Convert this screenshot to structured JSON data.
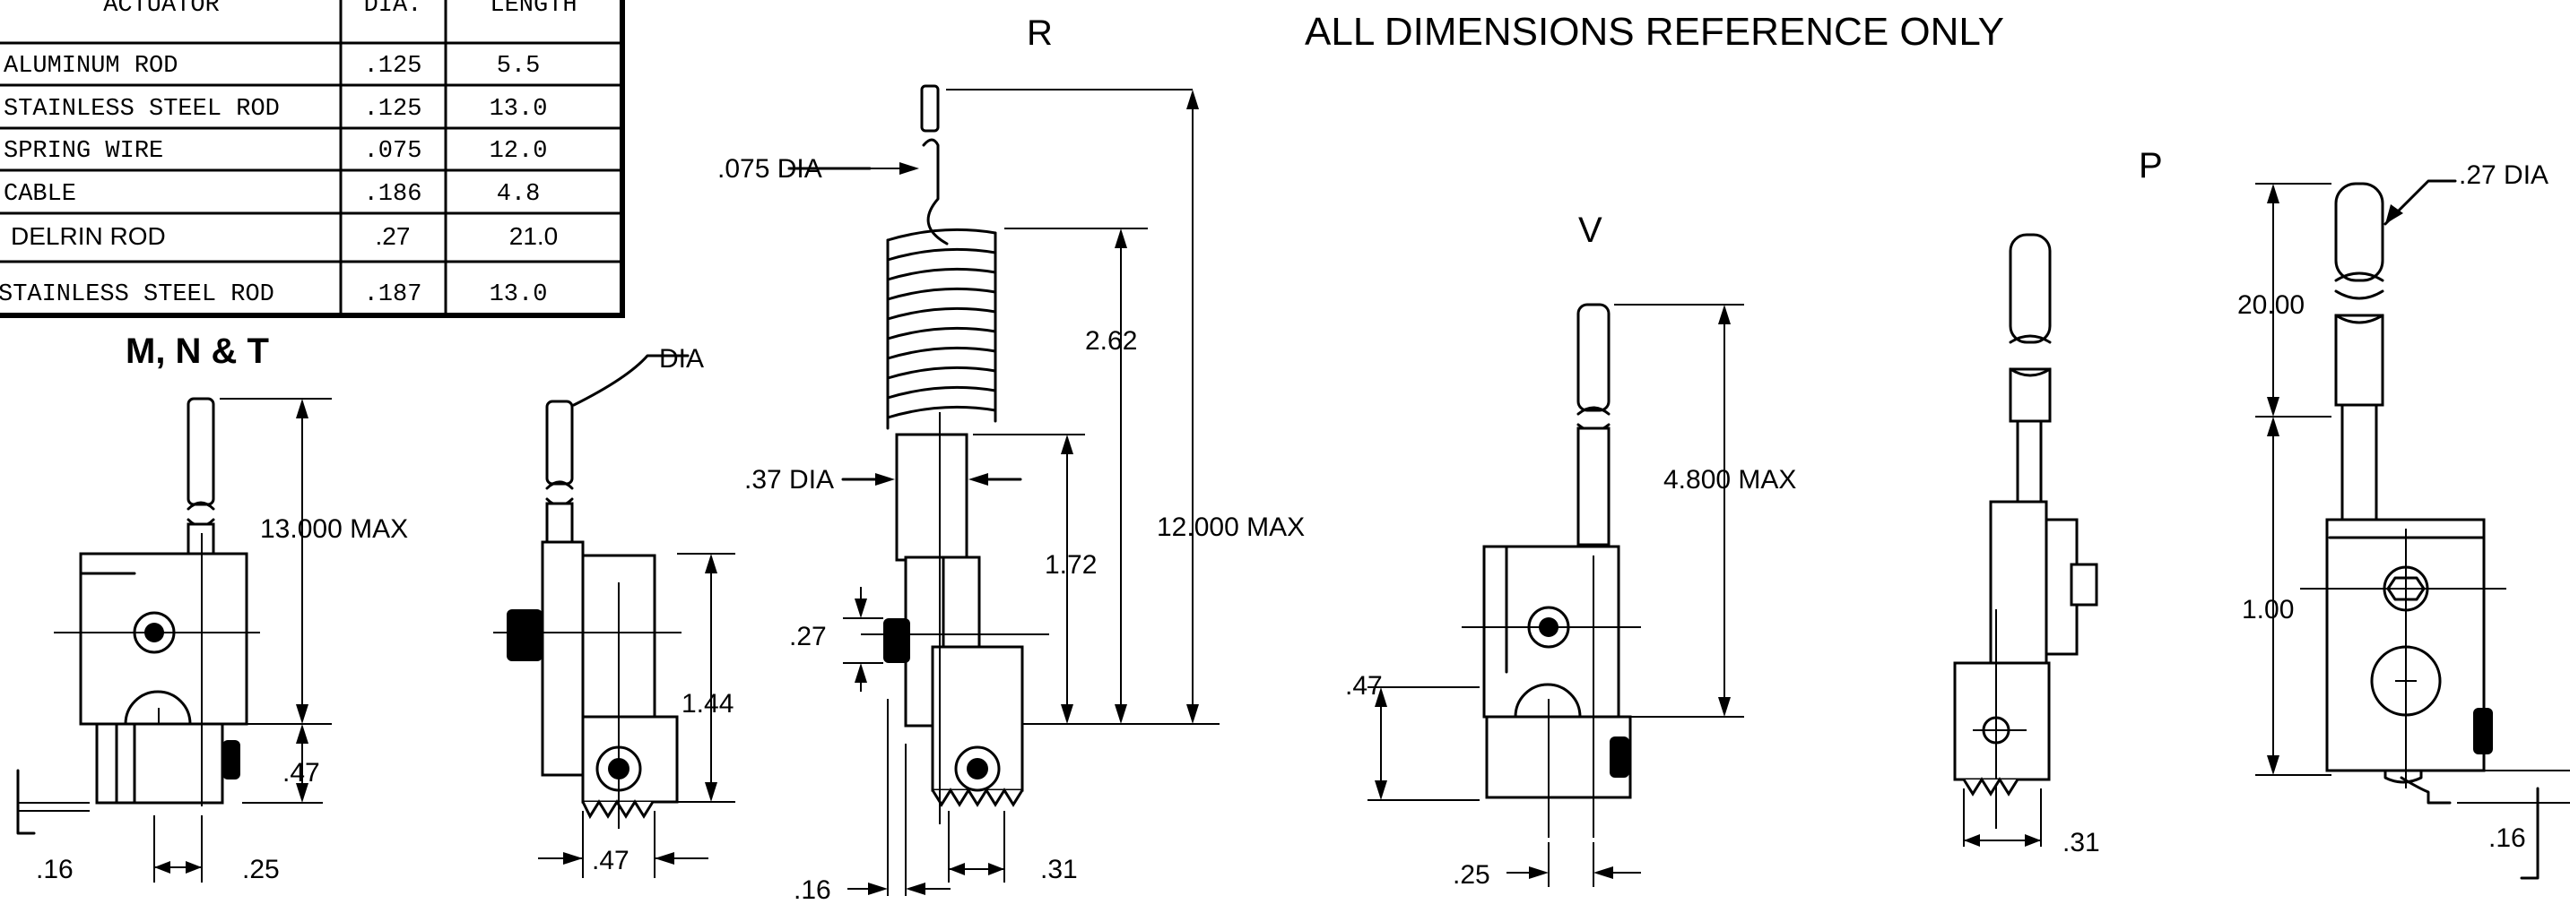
{
  "note": "ALL DIMENSIONS REFERENCE ONLY",
  "table": {
    "headers": [
      "ACTUATOR",
      "DIA.",
      "LENGTH"
    ],
    "rows": [
      [
        "ALUMINUM ROD",
        ".125",
        "5.5"
      ],
      [
        "STAINLESS STEEL ROD",
        ".125",
        "13.0"
      ],
      [
        "SPRING WIRE",
        ".075",
        "12.0"
      ],
      [
        "CABLE",
        ".186",
        "4.8"
      ],
      [
        "DELRIN ROD",
        ".27",
        "21.0"
      ],
      [
        "STAINLESS STEEL ROD",
        ".187",
        "13.0"
      ]
    ]
  },
  "views": {
    "mnt": {
      "title": "M, N & T",
      "dims": [
        "13.000 MAX",
        ".47",
        ".16",
        ".25",
        "DIA",
        "1.44",
        ".47"
      ]
    },
    "r": {
      "title": "R",
      "dims": [
        ".075 DIA",
        "2.62",
        ".37 DIA",
        "1.72",
        "12.000 MAX",
        ".27",
        ".16",
        ".31"
      ]
    },
    "v": {
      "title": "V",
      "dims": [
        "4.800 MAX",
        ".47",
        ".25"
      ]
    },
    "p": {
      "title": "P",
      "dims": [
        ".27 DIA",
        "20.00",
        "1.00",
        ".31",
        ".16"
      ]
    }
  }
}
